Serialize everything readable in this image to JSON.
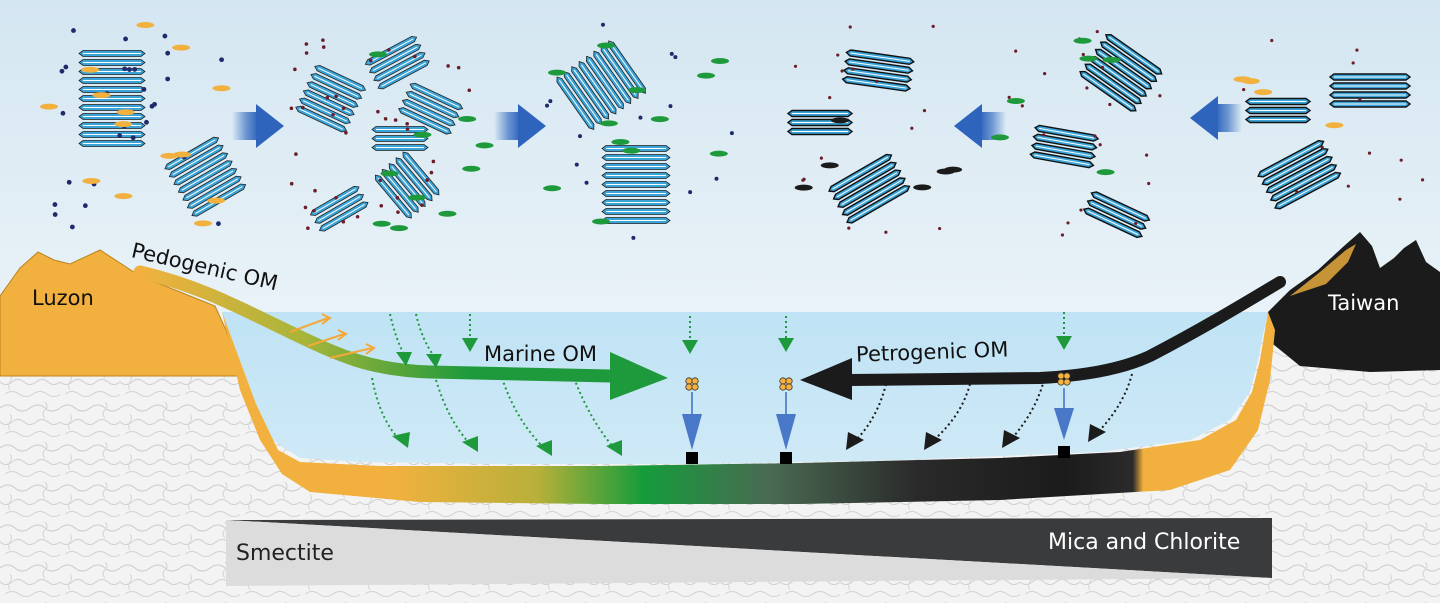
{
  "labels": {
    "luzon": "Luzon",
    "taiwan": "Taiwan",
    "pedogenic": "Pedogenic OM",
    "marine": "Marine OM",
    "petrogenic": "Petrogenic OM",
    "smectite": "Smectite",
    "mica_chlorite": "Mica and Chlorite"
  },
  "colors": {
    "sky": "#dce9f2",
    "sea": "#b9e0f3",
    "luzon": "#f2b13e",
    "marine_green": "#1e9a3c",
    "petro_black": "#1b1b1b",
    "clay_blue": "#3aa4d8",
    "arrow_blue": "#3a6fc2",
    "wedge_dark": "#3a3b3d",
    "wedge_light": "#dcdcdc"
  },
  "icons": [
    "clay-stack-icon",
    "organic-particle-icon",
    "settling-arrow-icon",
    "transition-arrow-icon",
    "sediment-marker-icon",
    "mineral-cluster-icon"
  ]
}
